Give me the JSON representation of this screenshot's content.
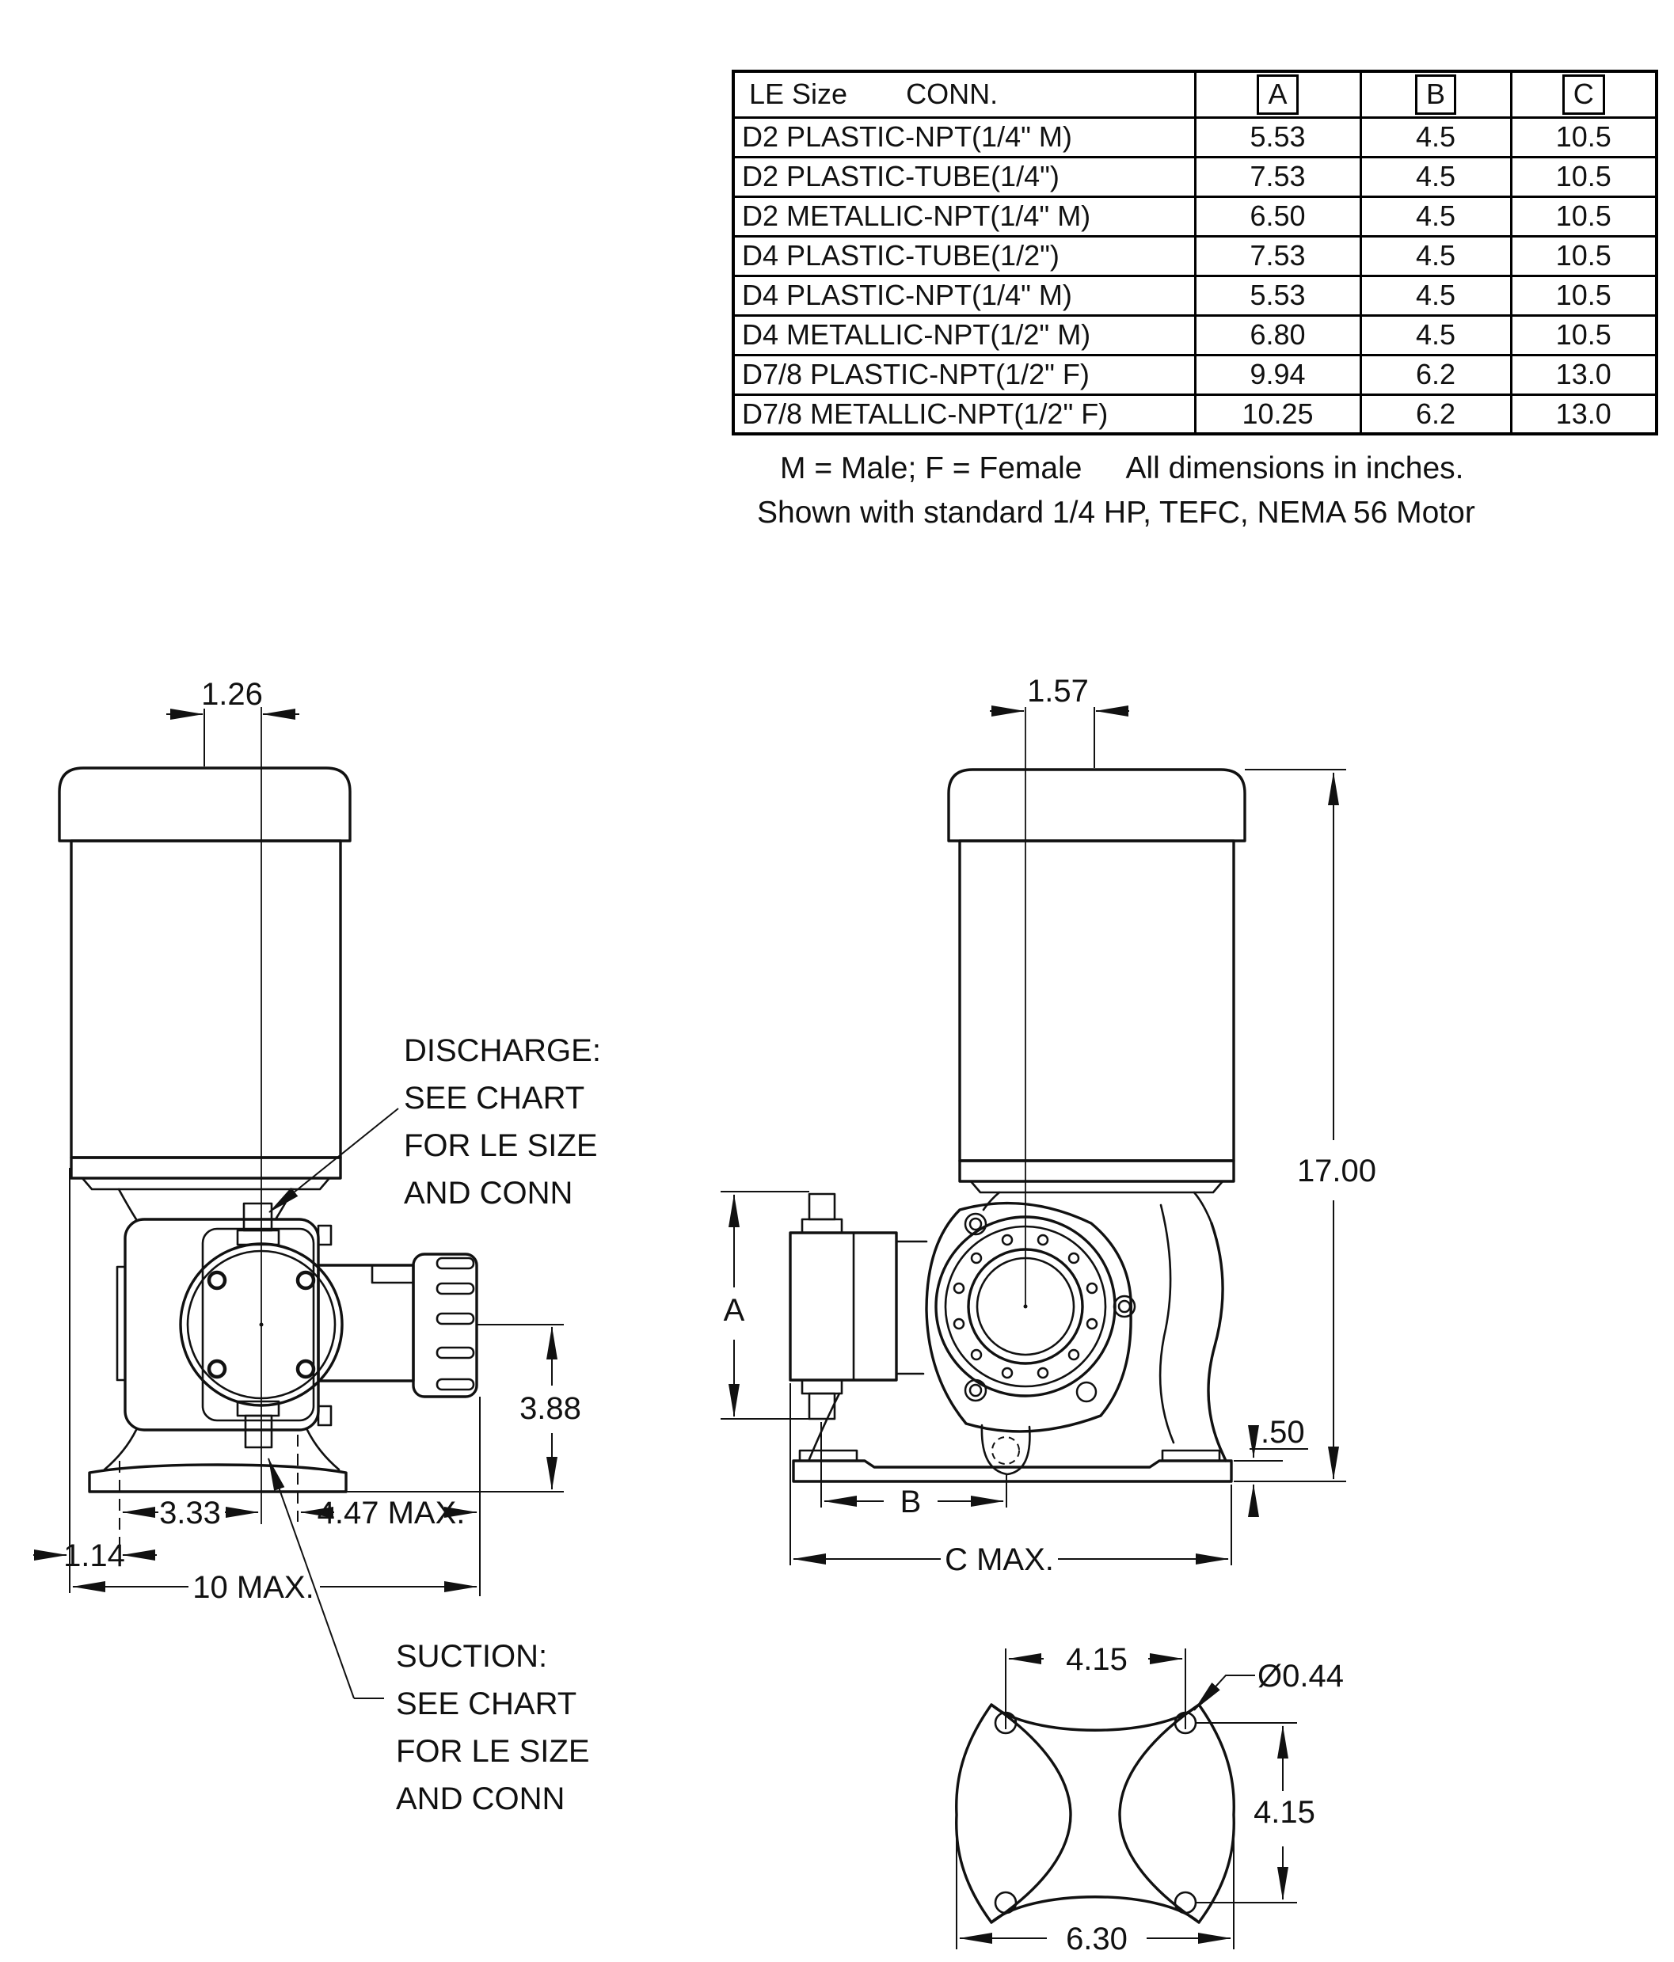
{
  "table": {
    "col_headers": {
      "le_size": "LE Size",
      "conn": "CONN.",
      "a": "A",
      "b": "B",
      "c": "C"
    },
    "rows": [
      {
        "conn": "D2 PLASTIC-NPT(1/4\" M)",
        "a": "5.53",
        "b": "4.5",
        "c": "10.5"
      },
      {
        "conn": "D2 PLASTIC-TUBE(1/4\")",
        "a": "7.53",
        "b": "4.5",
        "c": "10.5"
      },
      {
        "conn": "D2 METALLIC-NPT(1/4\" M)",
        "a": "6.50",
        "b": "4.5",
        "c": "10.5"
      },
      {
        "conn": "D4 PLASTIC-TUBE(1/2\")",
        "a": "7.53",
        "b": "4.5",
        "c": "10.5"
      },
      {
        "conn": "D4 PLASTIC-NPT(1/4\" M)",
        "a": "5.53",
        "b": "4.5",
        "c": "10.5"
      },
      {
        "conn": "D4 METALLIC-NPT(1/2\" M)",
        "a": "6.80",
        "b": "4.5",
        "c": "10.5"
      },
      {
        "conn": "D7/8 PLASTIC-NPT(1/2\" F)",
        "a": "9.94",
        "b": "6.2",
        "c": "13.0"
      },
      {
        "conn": "D7/8 METALLIC-NPT(1/2\" F)",
        "a": "10.25",
        "b": "6.2",
        "c": "13.0"
      }
    ]
  },
  "notes": {
    "legend": "M = Male; F = Female",
    "units": "All dimensions in inches.",
    "motor_note": "Shown with standard 1/4 HP, TEFC, NEMA 56 Motor"
  },
  "front_view": {
    "dims": {
      "motor_offset": "1.26",
      "head_height": "3.88",
      "suction_to_mount": "3.33",
      "head_extension": "4.47 MAX.",
      "motor_overhang": "1.14",
      "overall_width": "10 MAX."
    },
    "callouts": {
      "discharge": [
        "DISCHARGE:",
        "SEE CHART",
        "FOR LE SIZE",
        "AND CONN"
      ],
      "suction": [
        "SUCTION:",
        "SEE CHART",
        "FOR LE SIZE",
        "AND CONN"
      ]
    }
  },
  "side_view": {
    "dims": {
      "motor_offset": "1.57",
      "overall_height": "17.00",
      "a": "A",
      "b": "B",
      "c": "C MAX.",
      "base_thickness": ".50"
    }
  },
  "mounting_view": {
    "dims": {
      "hole_spacing_h": "4.15",
      "hole_dia": "Ø0.44",
      "hole_spacing_v": "4.15",
      "base_width": "6.30"
    }
  }
}
